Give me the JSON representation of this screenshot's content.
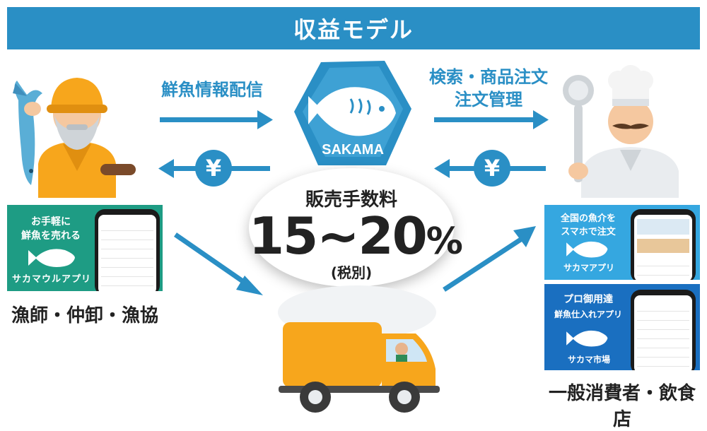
{
  "header": {
    "title": "収益モデル"
  },
  "flows": {
    "to_platform": "鮮魚情報配信",
    "to_buyer_line1": "検索・商品注文",
    "to_buyer_line2": "注文管理",
    "payment_symbol": "¥"
  },
  "platform": {
    "logo_text": "SAKAMA"
  },
  "fee": {
    "title": "販売手数料",
    "value": "15~20",
    "unit": "%",
    "note": "(税別)"
  },
  "seller": {
    "label": "漁師・仲卸・漁協",
    "app_line1": "お手軽に",
    "app_line2": "鮮魚を売れる",
    "app_name": "サカマウルアプリ"
  },
  "buyer": {
    "label": "一般消費者・飲食店",
    "app1_line1": "全国の魚介を",
    "app1_line2": "スマホで注文",
    "app1_name": "サカマアプリ",
    "app2_line1": "プロ御用達",
    "app2_line2": "鮮魚仕入れアプリ",
    "app2_name": "サカマ市場"
  },
  "colors": {
    "brand_blue": "#2a8fc5",
    "seller_green": "#1e9c84",
    "buyer_light_blue": "#35a7e0",
    "buyer_dark_blue": "#1a6fc0",
    "truck_orange": "#f7a61c"
  },
  "icons": [
    "fisherman-icon",
    "chef-icon",
    "fish-logo-icon",
    "truck-icon",
    "arrow-right-icon",
    "arrow-left-icon",
    "yen-icon"
  ]
}
